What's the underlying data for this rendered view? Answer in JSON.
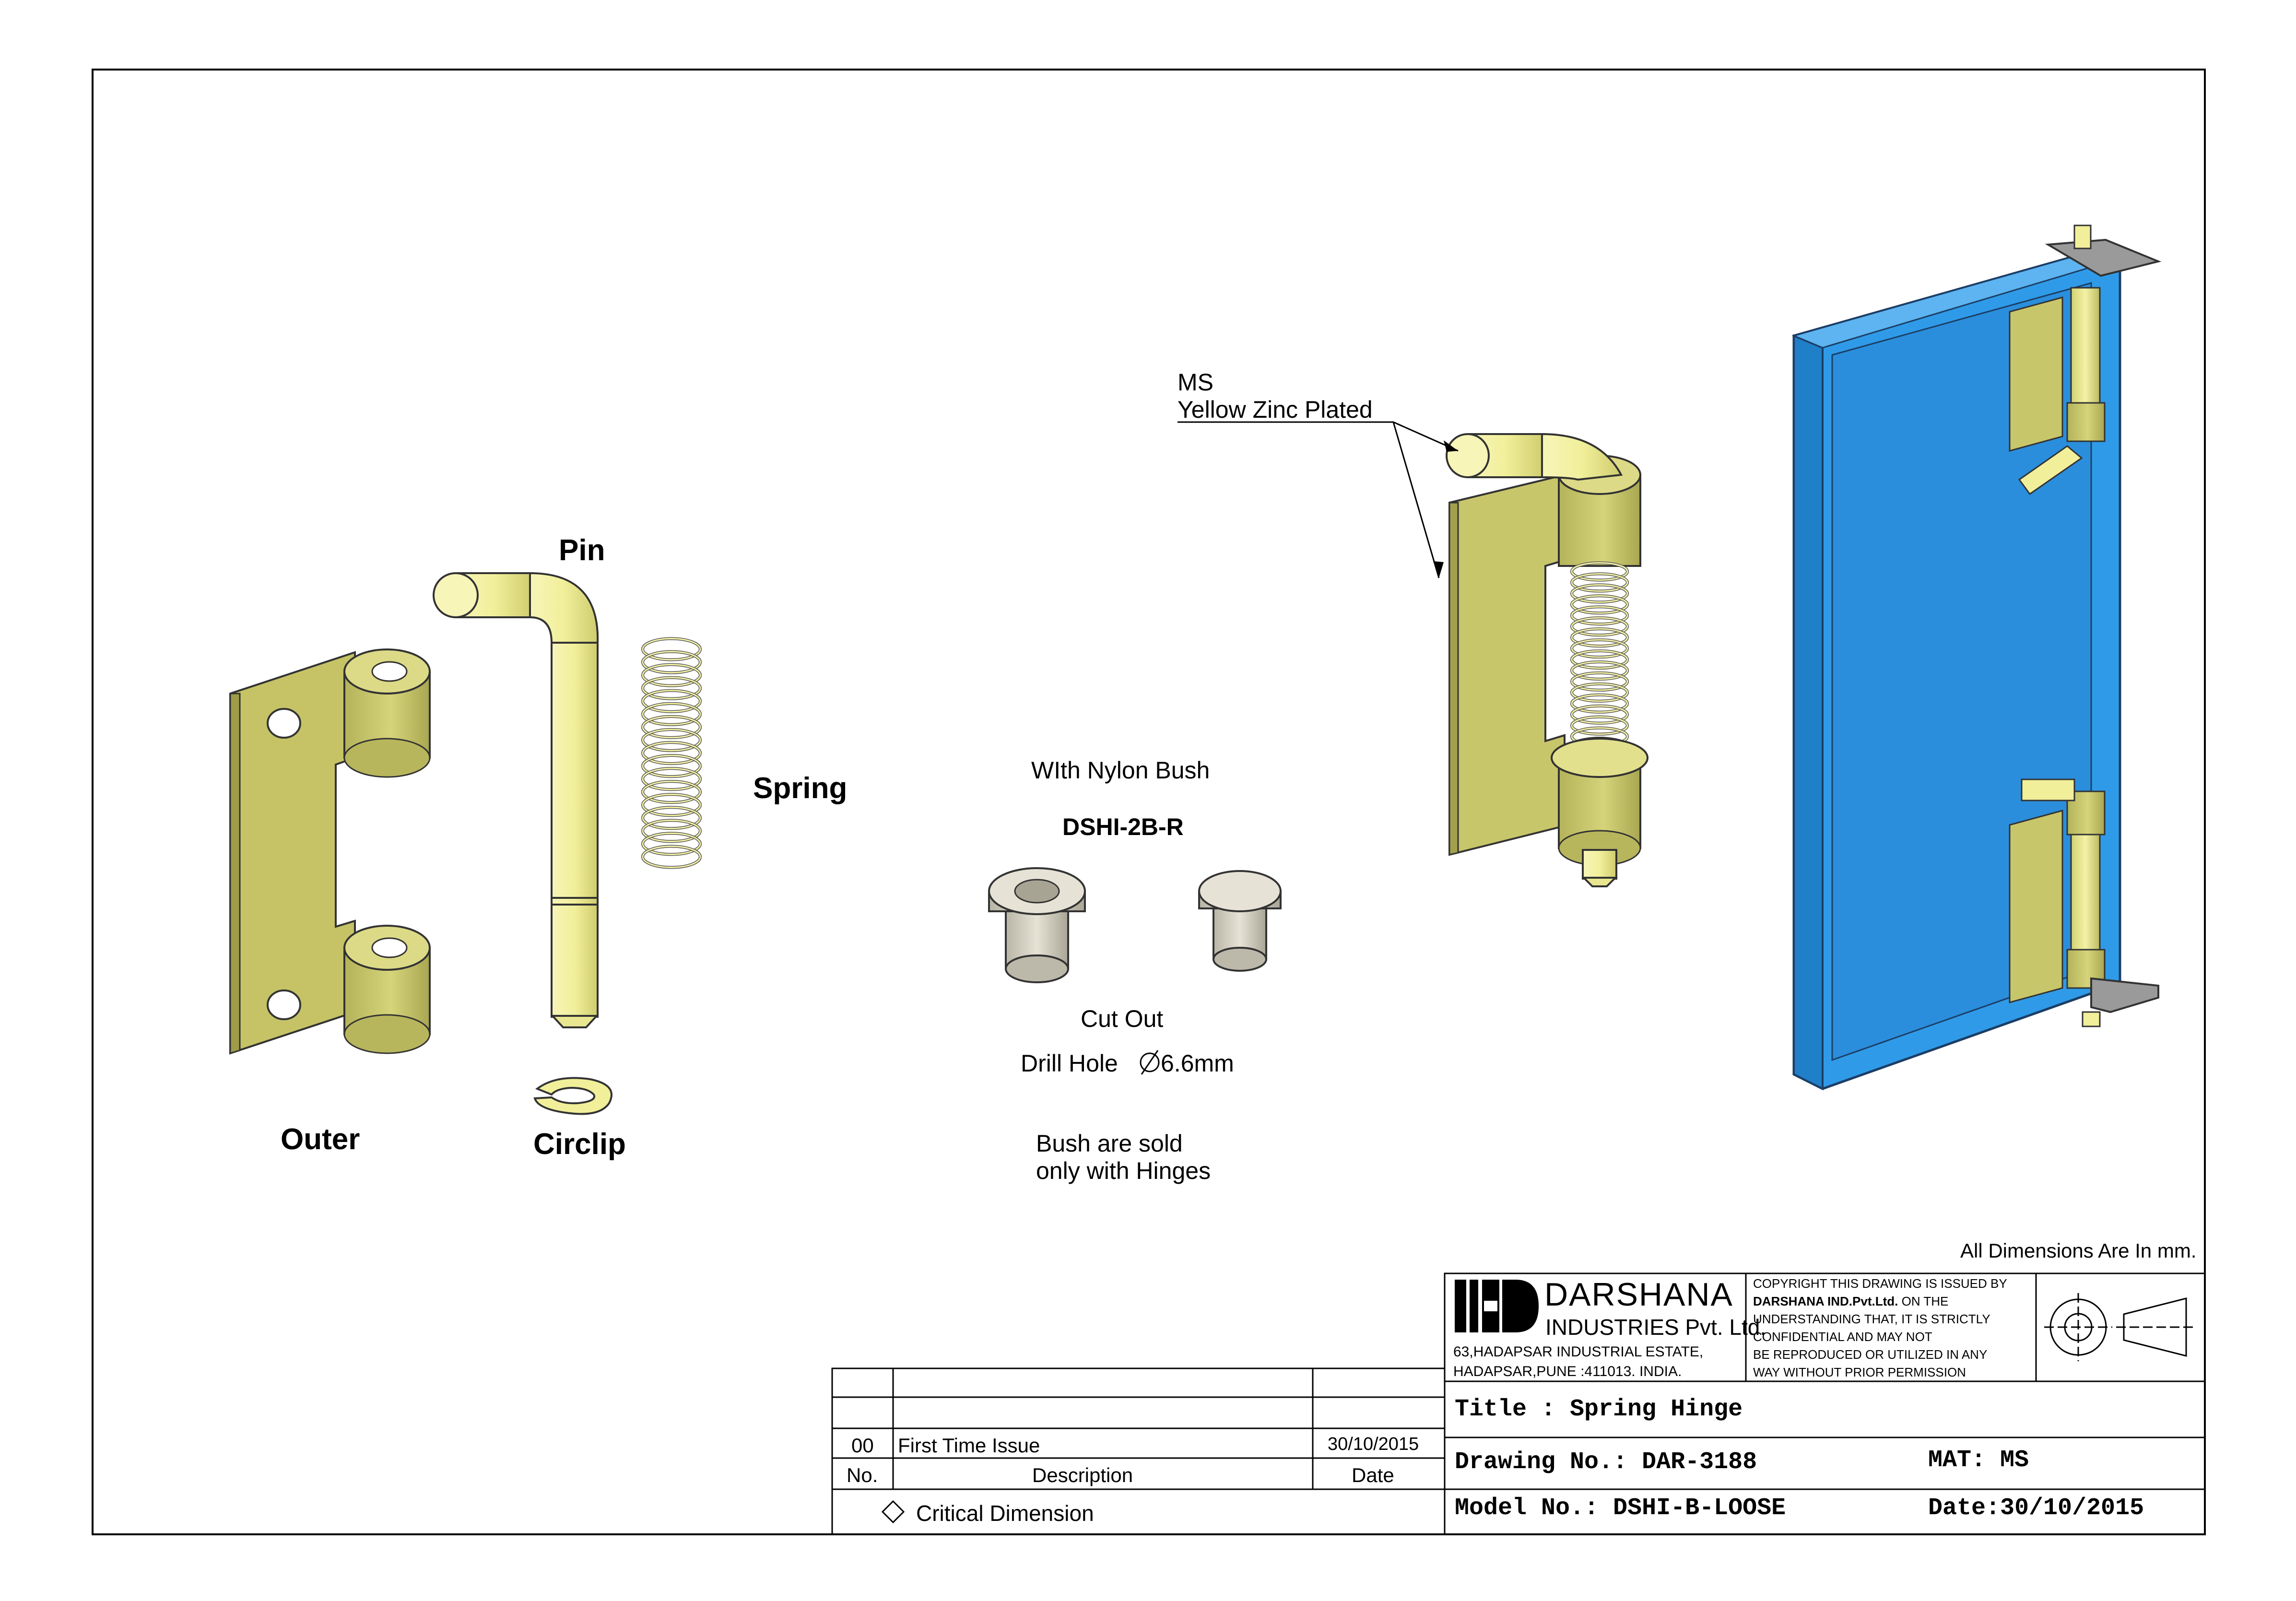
{
  "parts": {
    "pin": "Pin",
    "spring": "Spring",
    "outer": "Outer",
    "circlip": "Circlip"
  },
  "bush": {
    "with": "WIth Nylon Bush",
    "code": "DSHI-2B-R",
    "cut_out": "Cut Out",
    "drill_hole_prefix": "Drill Hole",
    "drill_hole_value": "6.6mm",
    "note_line1": "Bush are sold",
    "note_line2": "only with Hinges"
  },
  "material_callout": {
    "line1": "MS",
    "line2": "Yellow Zinc Plated"
  },
  "dimension_note": "All Dimensions Are In mm.",
  "company": {
    "name": "DARSHANA",
    "subname": "INDUSTRIES Pvt. Ltd.",
    "address1": "63,HADAPSAR INDUSTRIAL ESTATE,",
    "address2": "HADAPSAR,PUNE :411013. INDIA."
  },
  "copyright": {
    "l1": "COPYRIGHT THIS DRAWING IS ISSUED BY",
    "l2_bold": "DARSHANA IND.Pvt.Ltd.",
    "l2_rest": "ON THE",
    "l3": "UNDERSTANDING THAT, IT IS STRICTLY",
    "l4": "CONFIDENTIAL AND MAY NOT",
    "l5": "BE REPRODUCED OR UTILIZED IN ANY",
    "l6": "WAY WITHOUT PRIOR PERMISSION"
  },
  "title_block": {
    "title": "Title : Spring Hinge",
    "drawing_no": "Drawing No.: DAR-3188",
    "mat": "MAT: MS",
    "model_no": "Model No.: DSHI-B-LOOSE",
    "date": "Date:30/10/2015"
  },
  "revision": {
    "rows": [
      {
        "no": "00",
        "description": "First Time Issue",
        "date": "30/10/2015"
      }
    ],
    "headers": {
      "no": "No.",
      "description": "Description",
      "date": "Date"
    },
    "critical": "Critical Dimension"
  },
  "colors": {
    "brass": "#c8c66a",
    "pin": "#f1ef9a",
    "door": "#2f9be8",
    "bush": "#d8d4c4",
    "bracket": "#9a9a9a"
  }
}
